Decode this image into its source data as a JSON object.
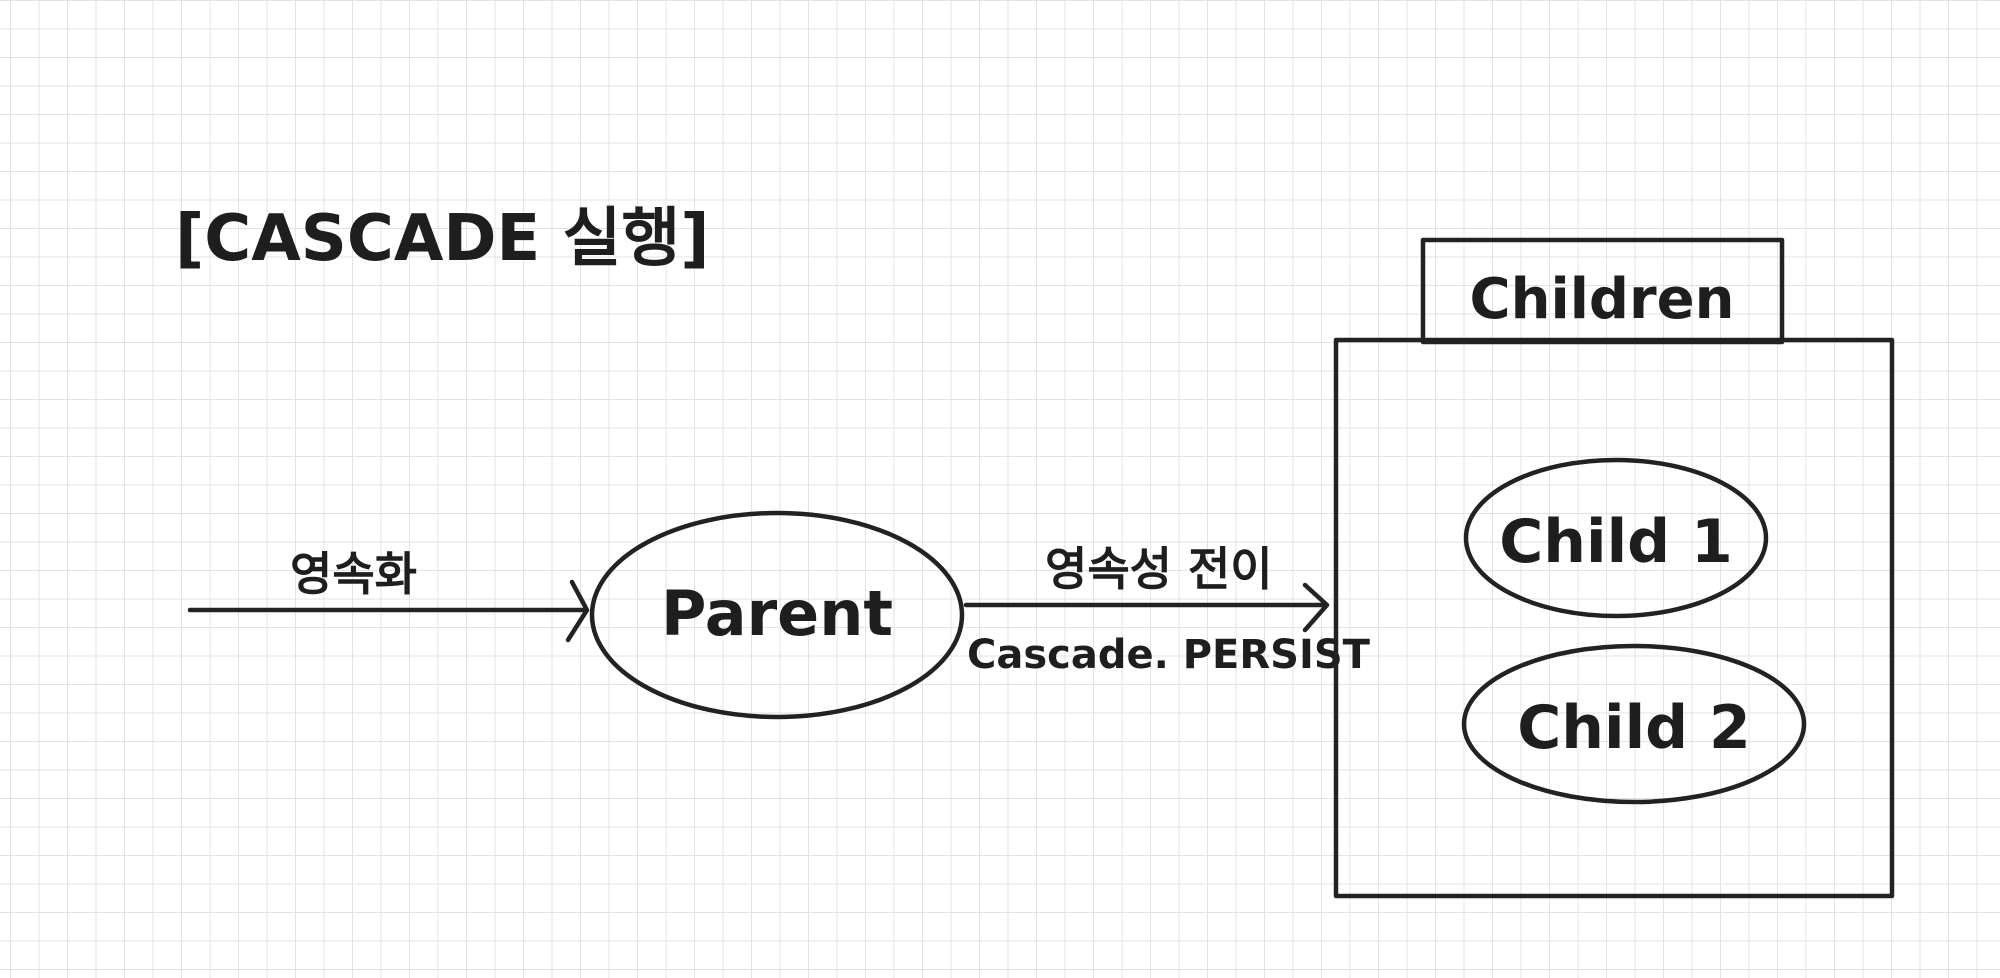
{
  "diagram": {
    "title": "[CASCADE 실행]",
    "nodes": {
      "parent": "Parent",
      "children_tab": "Children",
      "child1": "Child 1",
      "child2": "Child 2"
    },
    "edges": {
      "incoming_label": "영속화",
      "outgoing_label_top": "영속성 전이",
      "outgoing_label_bottom": "Cascade. PERSIST"
    }
  }
}
